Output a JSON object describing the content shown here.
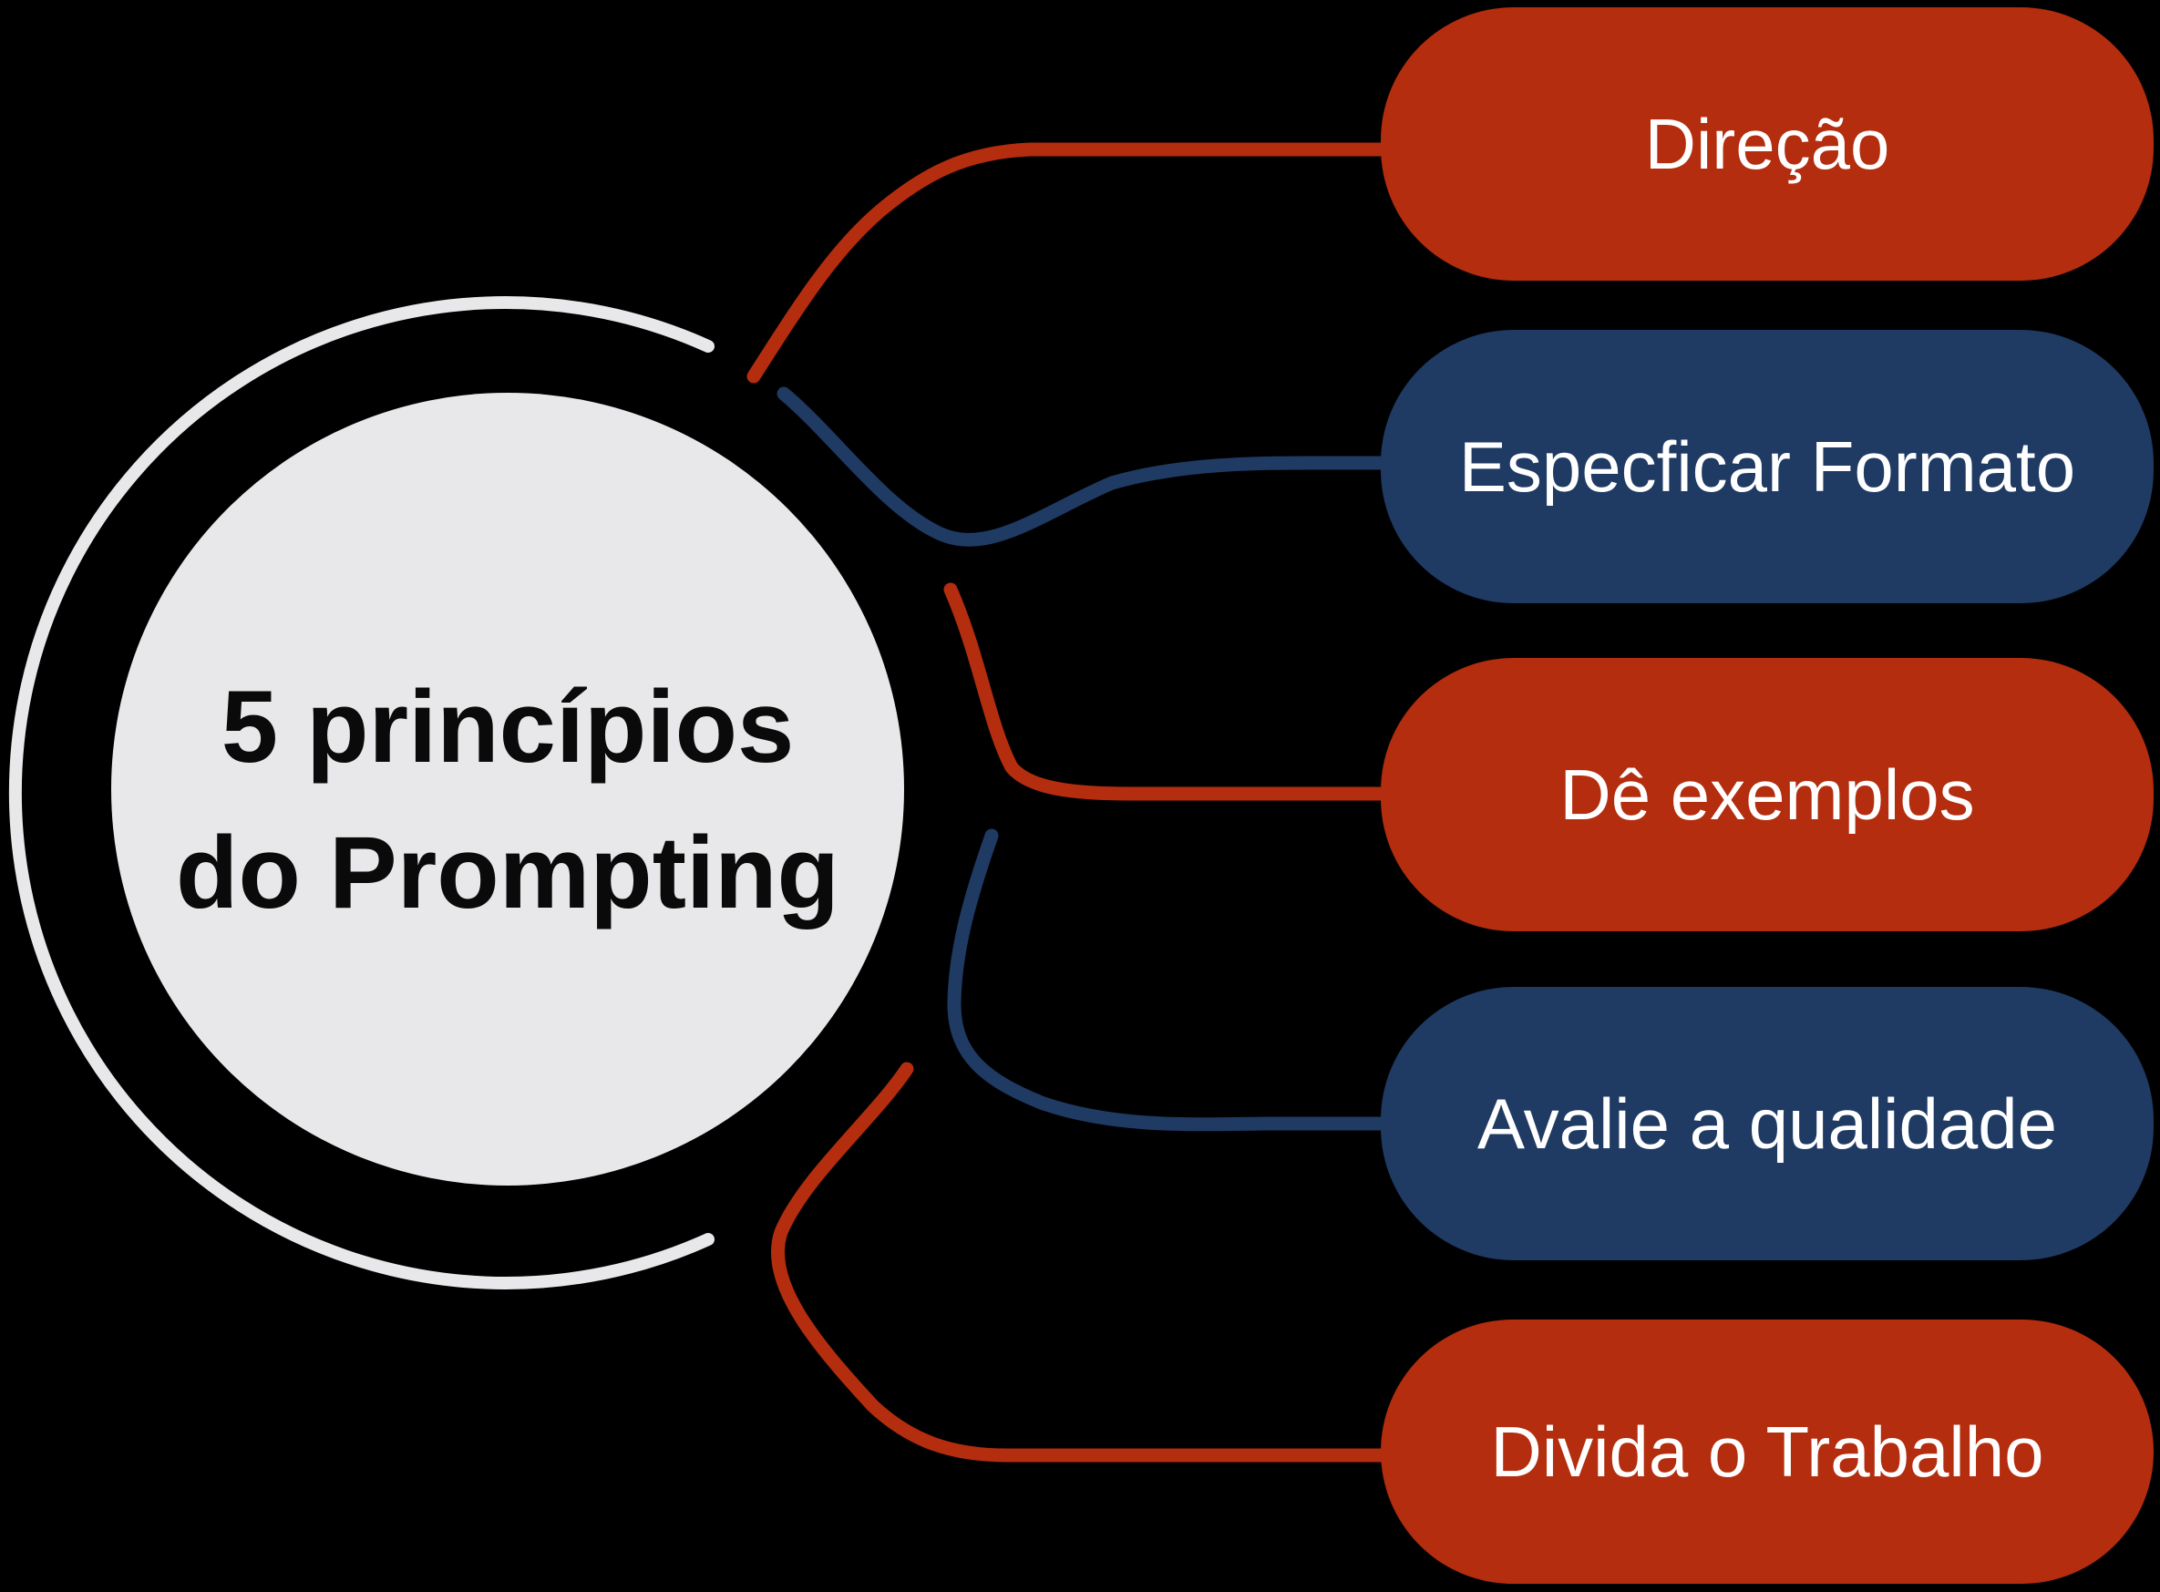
{
  "background_color": "#000000",
  "center_circle": {
    "line1": "5 princípios",
    "line2": "do Prompting",
    "fill": "#e8e8ea",
    "text_color": "#0a0a0a"
  },
  "ring": {
    "color": "#e8e8ea"
  },
  "colors": {
    "red": "#b32d0e",
    "blue": "#1f3a63",
    "node_text": "#ffffff"
  },
  "nodes": [
    {
      "label": "Direção",
      "color": "#b32d0e"
    },
    {
      "label": "Especficar Formato",
      "color": "#1f3a63"
    },
    {
      "label": "Dê exemplos",
      "color": "#b32d0e"
    },
    {
      "label": "Avalie a qualidade",
      "color": "#1f3a63"
    },
    {
      "label": "Divida o Trabalho",
      "color": "#b32d0e"
    }
  ]
}
